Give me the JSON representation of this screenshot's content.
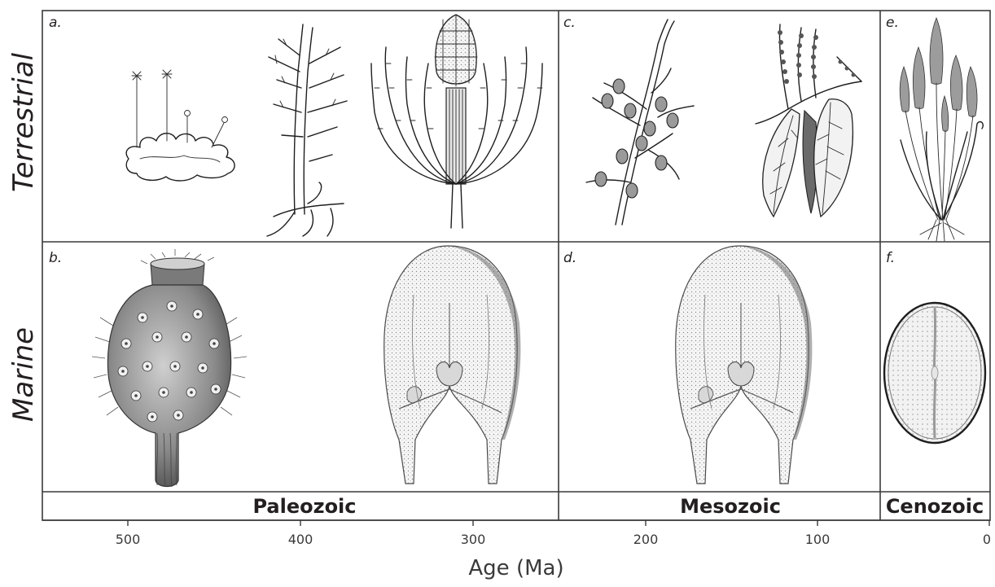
{
  "rows": {
    "terrestrial": "Terrestrial",
    "marine": "Marine"
  },
  "panels": {
    "a": "a.",
    "b": "b.",
    "c": "c.",
    "d": "d.",
    "e": "e.",
    "f": "f."
  },
  "eras": {
    "paleozoic": "Paleozoic",
    "mesozoic": "Mesozoic",
    "cenozoic": "Cenozoic"
  },
  "axis": {
    "title": "Age (Ma)",
    "ticks": [
      "500",
      "400",
      "300",
      "200",
      "100",
      "0"
    ]
  },
  "illustrations": {
    "a": [
      "liverwort-icon",
      "early-vascular-plant-icon",
      "horsetail-icon"
    ],
    "b": [
      "acritarch-icon",
      "radiolarian-icon"
    ],
    "c": [
      "conifer-branch-icon",
      "flowering-branch-icon"
    ],
    "d": [
      "radiolarian-icon"
    ],
    "e": [
      "grass-icon"
    ],
    "f": [
      "diatom-icon"
    ]
  }
}
